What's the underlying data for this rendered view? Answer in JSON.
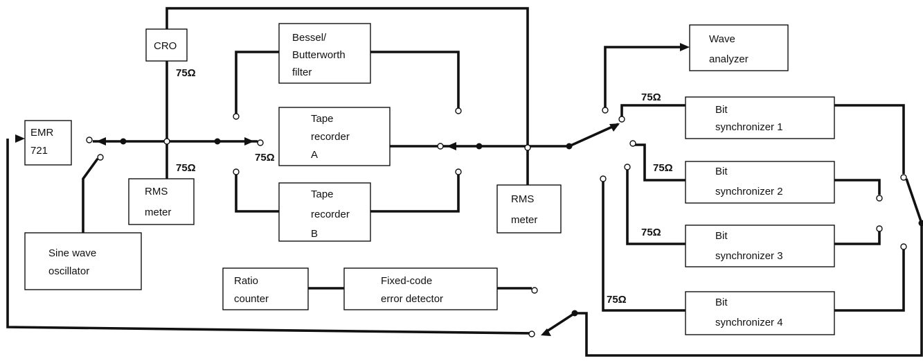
{
  "blocks": {
    "emr721": [
      "EMR",
      "721"
    ],
    "cro": [
      "CRO"
    ],
    "rms_meter_left": [
      "RMS",
      "meter"
    ],
    "sine_oscillator": [
      "Sine wave",
      "oscillator"
    ],
    "bessel_filter": [
      "Bessel/",
      "Butterworth",
      "filter"
    ],
    "tape_a": [
      "Tape",
      "recorder",
      "A"
    ],
    "tape_b": [
      "Tape",
      "recorder",
      "B"
    ],
    "rms_meter_right": [
      "RMS",
      "meter"
    ],
    "ratio_counter": [
      "Ratio",
      "counter"
    ],
    "error_detector": [
      "Fixed-code",
      "error detector"
    ],
    "wave_analyzer": [
      "Wave",
      "analyzer"
    ],
    "bit_sync_1": [
      "Bit",
      "synchronizer 1"
    ],
    "bit_sync_2": [
      "Bit",
      "synchronizer 2"
    ],
    "bit_sync_3": [
      "Bit",
      "synchronizer 3"
    ],
    "bit_sync_4": [
      "Bit",
      "synchronizer 4"
    ]
  },
  "impedance_labels": {
    "cro_top": "75Ω",
    "rms_left": "75Ω",
    "tape_a_in": "75Ω",
    "bit_sync_1": "75Ω",
    "bit_sync_2": "75Ω",
    "bit_sync_3": "75Ω",
    "bit_sync_4": "75Ω"
  }
}
